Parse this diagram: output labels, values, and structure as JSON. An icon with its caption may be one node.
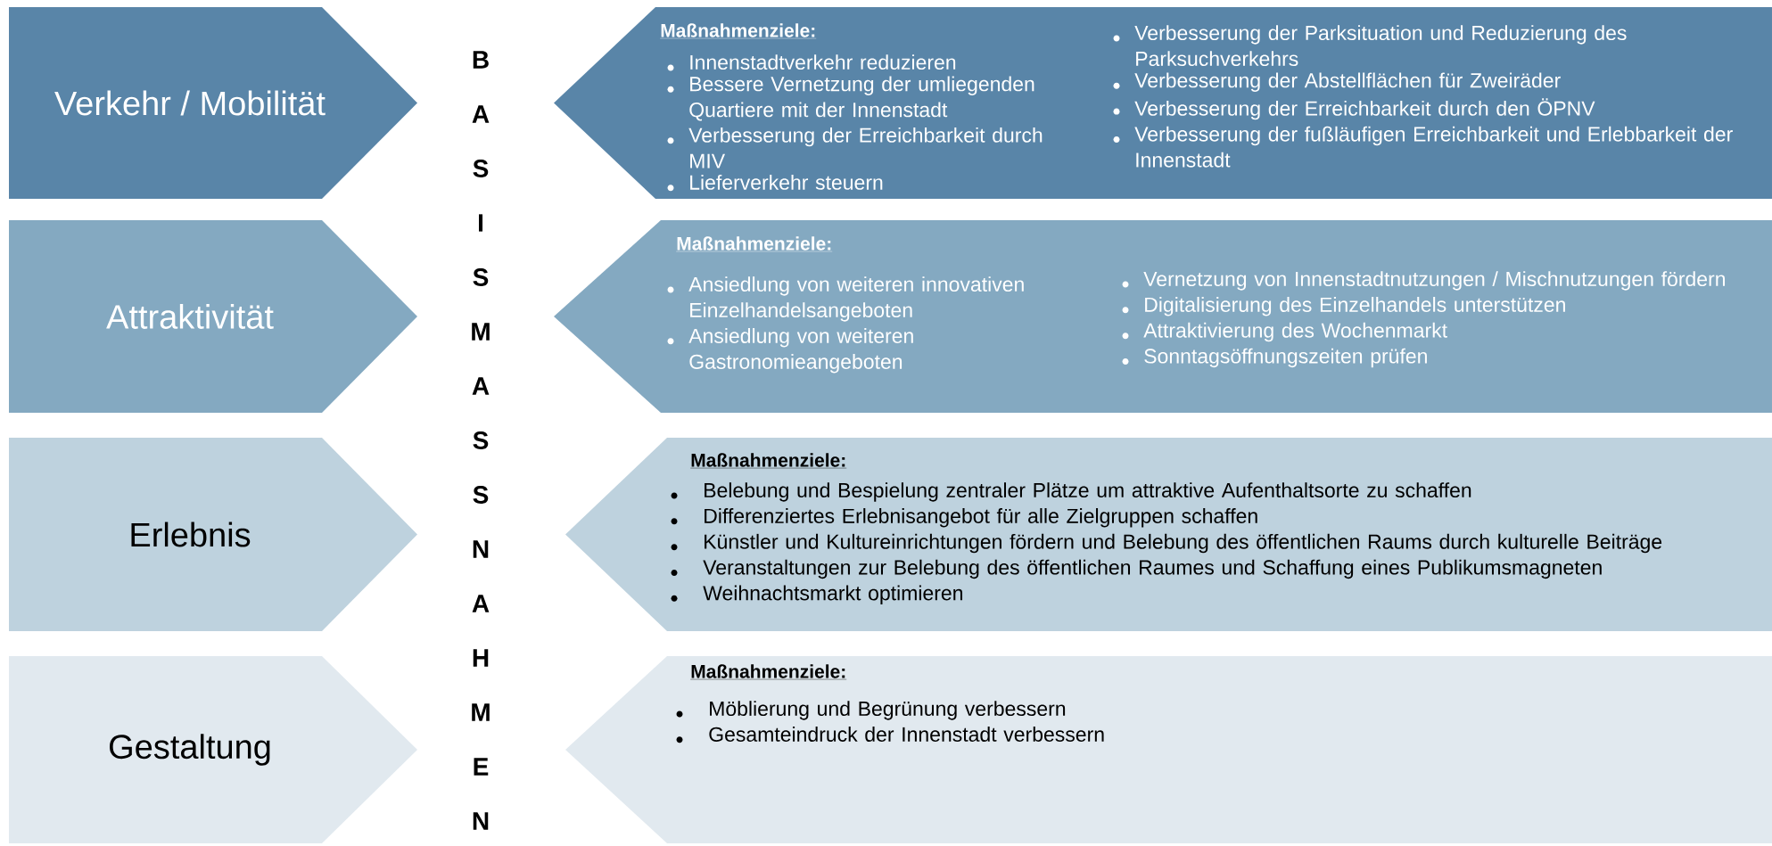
{
  "diagram": {
    "nodes": [
      {
        "text": [
          "Verkehr / Mobilität"
        ]
      },
      {
        "text": [
          "Maßnahmenziele:",
          "Innenstadtverkehr reduzieren",
          "Bessere Vernetzung der umliegenden Quartiere mit der Innenstadt",
          "Verbesserung der Erreichbarkeit durch MIV",
          "Lieferverkehr steuern",
          "Verbesserung der Parksituation und Reduzierung des Parksuchverkehrs",
          "Verbesserung der Abstellflächen für Zweiräder",
          "Verbesserung der Erreichbarkeit durch den ÖPNV",
          "Verbesserung der fußläufigen Erreichbarkeit und Erlebbarkeit der Innenstadt"
        ]
      },
      {
        "text": [
          "Attraktivität"
        ]
      },
      {
        "text": [
          "Maßnahmenziele:",
          "Ansiedlung von weiteren innovativen Einzelhandelsangeboten",
          "Ansiedlung von weiteren Gastronomieangeboten",
          "Vernetzung von Innenstadtnutzungen / Mischnutzungen fördern",
          "Digitalisierung des Einzelhandels unterstützen",
          "Attraktivierung des Wochenmarkt",
          "Sonntagsöffnungszeiten prüfen"
        ]
      },
      {
        "text": [
          "Erlebnis"
        ]
      },
      {
        "text": [
          "Maßnahmenziele:",
          "Belebung und Bespielung zentraler Plätze um attraktive Aufenthaltsorte zu schaffen",
          "Differenziertes Erlebnisangebot für alle Zielgruppen schaffen",
          "Künstler und Kultureinrichtungen fördern und Belebung des öffentlichen Raums durch kulturelle Beiträge",
          "Veranstaltungen zur Belebung des öffentlichen Raumes und Schaffung eines Publikumsmagneten",
          "Weihnachtsmarkt optimieren"
        ]
      },
      {
        "text": [
          "Gestaltung"
        ]
      },
      {
        "text": [
          "Maßnahmenziele:",
          "Möblierung und Begrünung verbessern",
          "Gesamteindruck der Innenstadt verbessern"
        ]
      }
    ],
    "labels": [
      "B",
      "A",
      "S",
      "I",
      "S",
      "M",
      "A",
      "S",
      "S",
      "N",
      "A",
      "H",
      "M",
      "E",
      "N"
    ]
  }
}
